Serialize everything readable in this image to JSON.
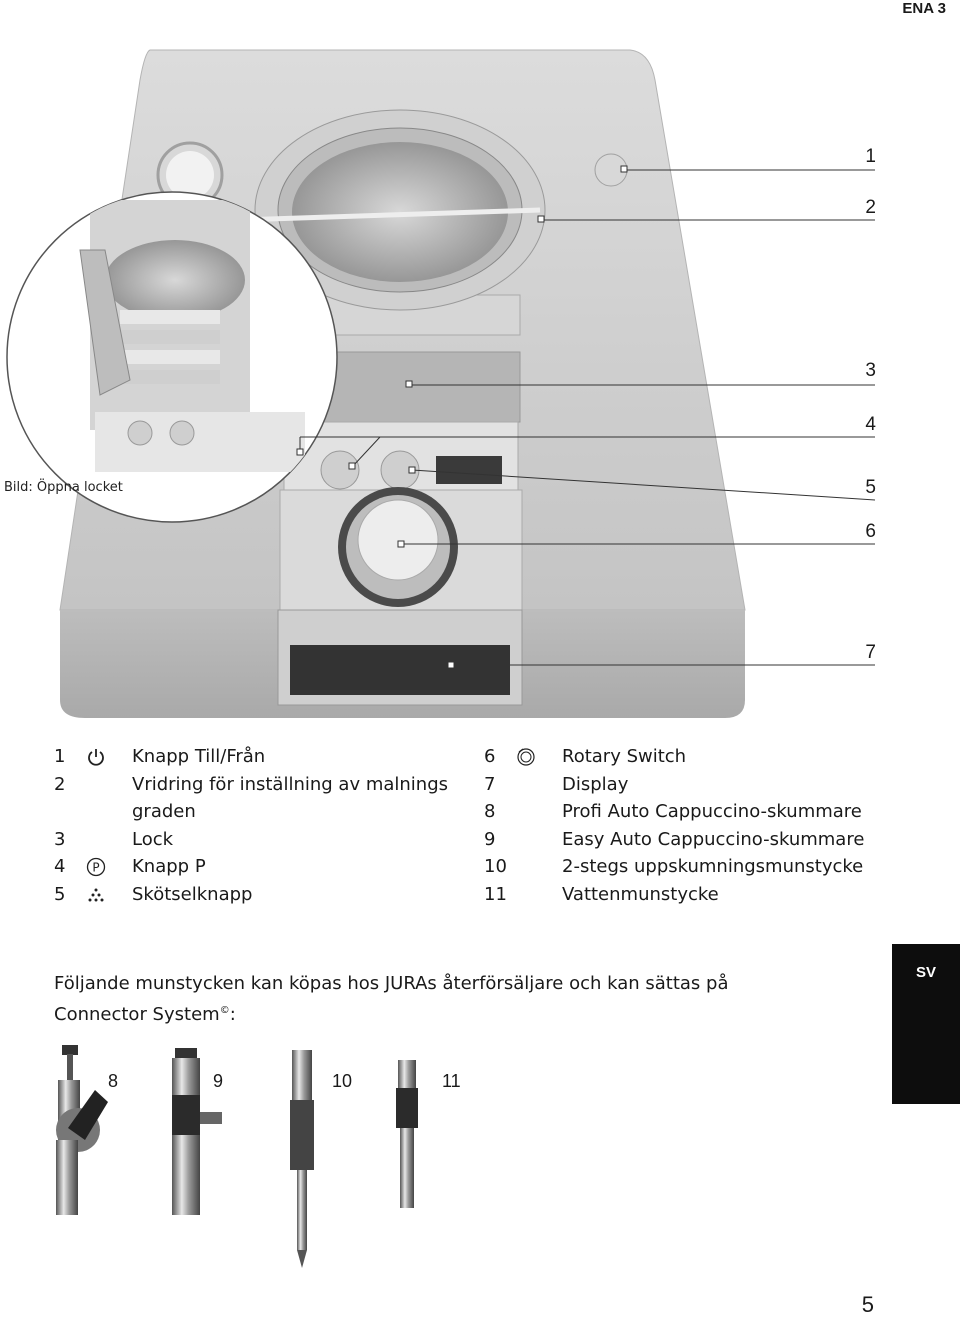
{
  "header": {
    "model": "ENA 3"
  },
  "figure": {
    "caption": "Bild: Öppna locket"
  },
  "callouts": [
    "1",
    "2",
    "3",
    "4",
    "5",
    "6",
    "7"
  ],
  "legend_left": [
    {
      "num": "1",
      "icon": "power-icon",
      "text": "Knapp Till/Från"
    },
    {
      "num": "2",
      "icon": "",
      "text": "Vridring för inställning av malnings"
    },
    {
      "num": "",
      "icon": "",
      "text": "graden"
    },
    {
      "num": "3",
      "icon": "",
      "text": "Lock"
    },
    {
      "num": "4",
      "icon": "p-button-icon",
      "text": "Knapp P"
    },
    {
      "num": "5",
      "icon": "care-icon",
      "text": "Skötselknapp"
    }
  ],
  "legend_right": [
    {
      "num": "6",
      "icon": "rotary-icon",
      "text": "Rotary Switch"
    },
    {
      "num": "7",
      "icon": "",
      "text": "Display"
    },
    {
      "num": "8",
      "icon": "",
      "text": "Profi Auto Cappuccino-skummare"
    },
    {
      "num": "9",
      "icon": "",
      "text": "Easy Auto Cappuccino-skummare"
    },
    {
      "num": "10",
      "icon": "",
      "text": "2-stegs uppskumningsmunstycke"
    },
    {
      "num": "11",
      "icon": "",
      "text": "Vattenmunstycke"
    }
  ],
  "note": {
    "line1": "Följande munstycken kan köpas hos JURAs återförsäljare och kan sättas på",
    "line2": "Connector System",
    "sup": "©",
    "end": ":"
  },
  "language_tab": "SV",
  "accessories": [
    "8",
    "9",
    "10",
    "11"
  ],
  "page_number": "5"
}
